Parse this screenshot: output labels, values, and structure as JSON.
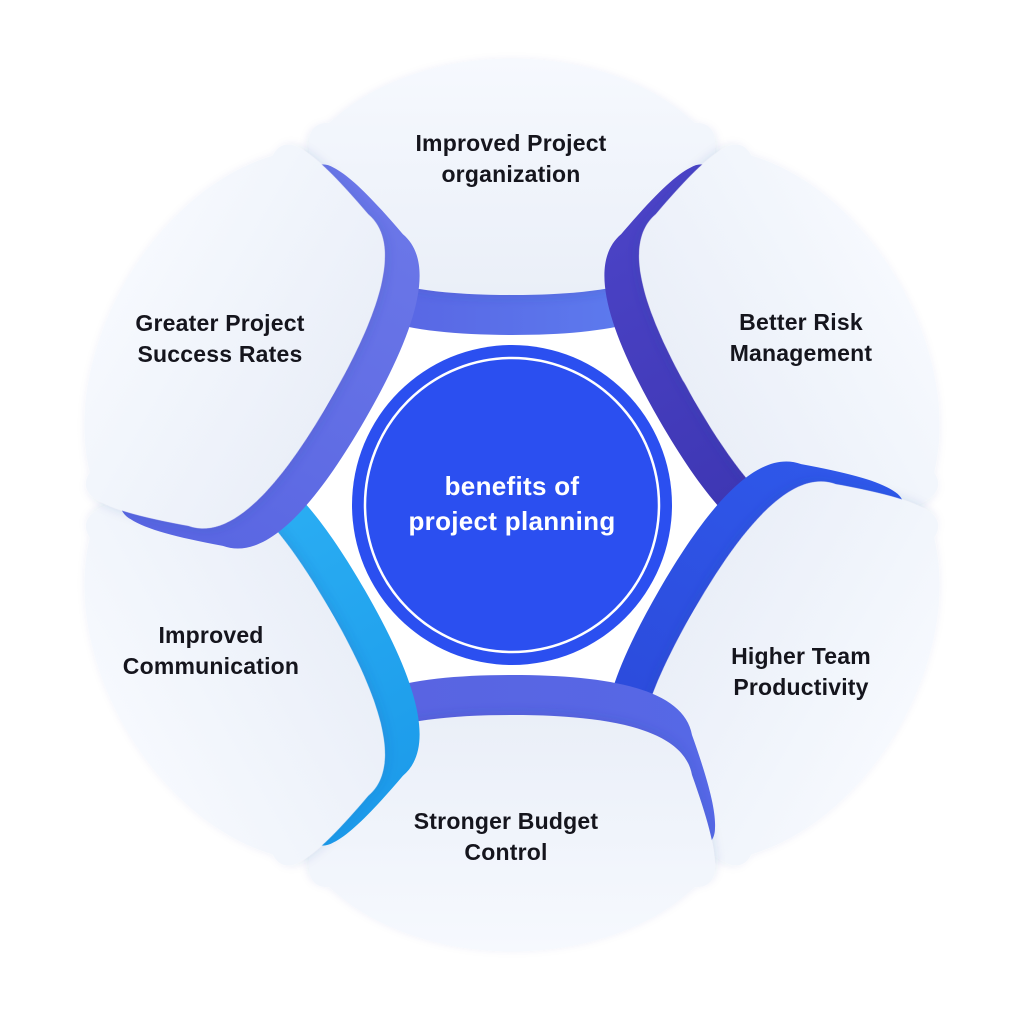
{
  "diagram": {
    "center": {
      "line1": "benefits of",
      "line2": "project planning",
      "color": "#2B4FF0",
      "ring_color": "#FFFFFF"
    },
    "petal_fill": {
      "top": "#F6F9FE",
      "bottom": "#EAEFF8"
    },
    "petals": [
      {
        "id": "improved-project-organization",
        "position": "top",
        "line1": "Improved Project",
        "line2": "organization",
        "accent_from": "#575FE0",
        "accent_to": "#5E82F2"
      },
      {
        "id": "better-risk-management",
        "position": "top-right",
        "line1": "Better Risk",
        "line2": "Management",
        "accent_from": "#4B43C6",
        "accent_to": "#3A33AE"
      },
      {
        "id": "higher-team-productivity",
        "position": "bottom-right",
        "line1": "Higher Team",
        "line2": "Productivity",
        "accent_from": "#2F58EA",
        "accent_to": "#2B48D8"
      },
      {
        "id": "stronger-budget-control",
        "position": "bottom",
        "line1": "Stronger Budget",
        "line2": "Control",
        "accent_from": "#5668E6",
        "accent_to": "#5A63E0"
      },
      {
        "id": "improved-communication",
        "position": "bottom-left",
        "line1": "Improved",
        "line2": "Communication",
        "accent_from": "#1C9BEA",
        "accent_to": "#2EB2F5"
      },
      {
        "id": "greater-project-success-rates",
        "position": "top-left",
        "line1": "Greater Project",
        "line2": "Success Rates",
        "accent_from": "#5966E2",
        "accent_to": "#6B77E8"
      }
    ]
  }
}
